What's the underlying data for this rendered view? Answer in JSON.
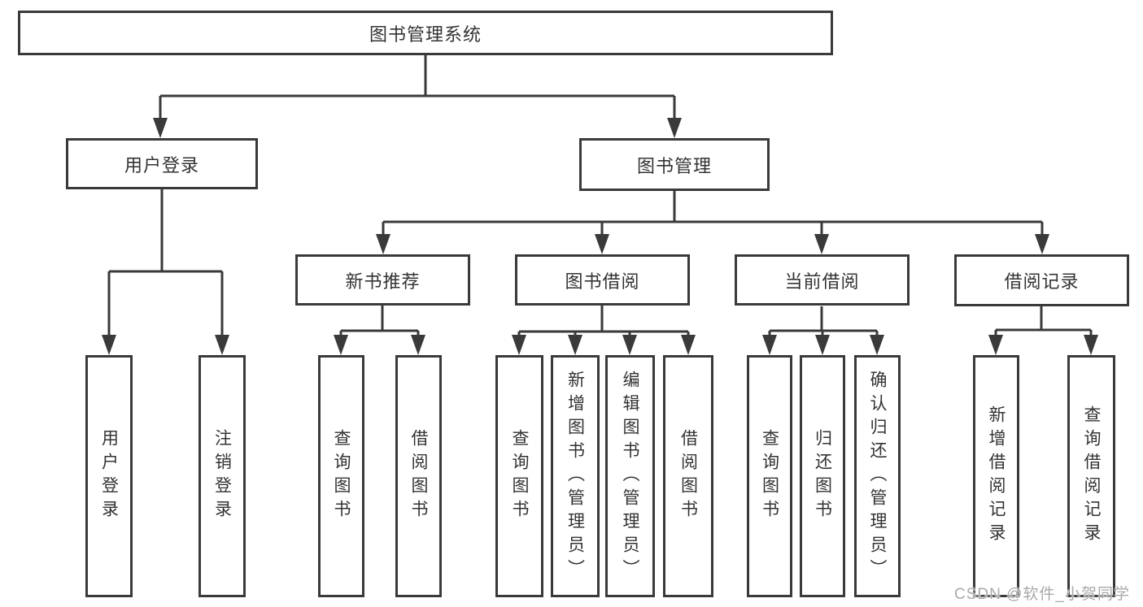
{
  "diagram": {
    "root": "图书管理系统",
    "branches": [
      {
        "label": "用户登录",
        "children": [
          {
            "label": "用户登录"
          },
          {
            "label": "注销登录"
          }
        ]
      },
      {
        "label": "图书管理",
        "children": [
          {
            "label": "新书推荐",
            "children": [
              {
                "label": "查询图书"
              },
              {
                "label": "借阅图书"
              }
            ]
          },
          {
            "label": "图书借阅",
            "children": [
              {
                "label": "查询图书"
              },
              {
                "label": "新增图书（管理员）"
              },
              {
                "label": "编辑图书（管理员）"
              },
              {
                "label": "借阅图书"
              }
            ]
          },
          {
            "label": "当前借阅",
            "children": [
              {
                "label": "查询图书"
              },
              {
                "label": "归还图书"
              },
              {
                "label": "确认归还（管理员）"
              }
            ]
          },
          {
            "label": "借阅记录",
            "children": [
              {
                "label": "新增借阅记录"
              },
              {
                "label": "查询借阅记录"
              }
            ]
          }
        ]
      }
    ]
  },
  "watermark": "CSDN @软件_小贺同学",
  "colors": {
    "line": "#3a3a3a",
    "box_border": "#3a3a3a",
    "text": "#333333",
    "watermark": "#a9a9a9",
    "background": "#ffffff"
  }
}
